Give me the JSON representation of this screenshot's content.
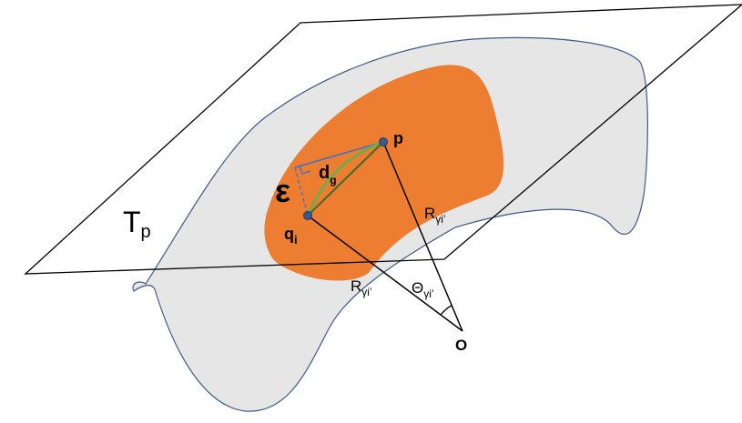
{
  "labels": {
    "tangent_plane": {
      "main": "T",
      "sub": "p"
    },
    "point_p": "p",
    "point_q": {
      "main": "q",
      "sub": "i"
    },
    "geodesic": {
      "main": "d",
      "sub": "g"
    },
    "epsilon": "ε",
    "radius_upper": {
      "main": "R",
      "sub": "γi’"
    },
    "radius_lower": {
      "main": "R",
      "sub": "γi’"
    },
    "angle": {
      "main": "Θ",
      "sub": "γi’"
    },
    "origin": "O"
  },
  "colors": {
    "surface_fill": "#e6e6e6",
    "surface_stroke": "#3e5a86",
    "region_fill": "#ed7d31",
    "point_fill": "#3a5a8c",
    "geodesic_curve": "#70ad47",
    "chord_line": "#4a6b2e",
    "perpendicular": "#4472c4",
    "lines": "#000000"
  }
}
